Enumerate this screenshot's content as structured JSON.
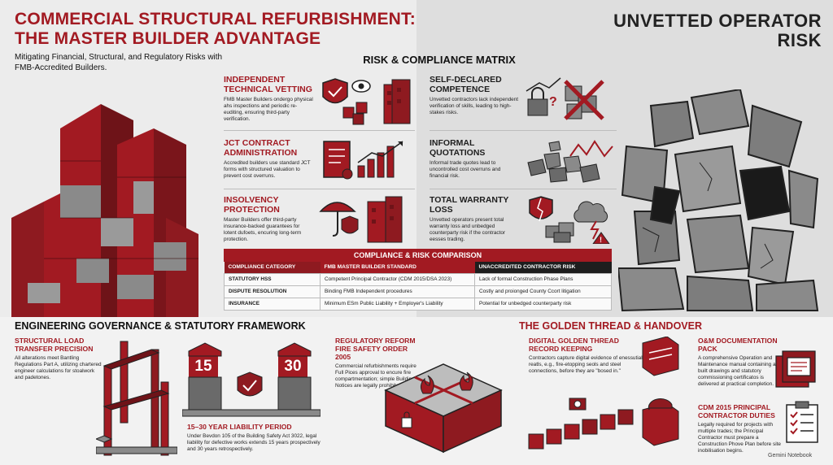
{
  "header": {
    "title_line1": "COMMERCIAL STRUCTURAL REFURBISHMENT:",
    "title_line2": "THE MASTER BUILDER ADVANTAGE",
    "subtitle": "Mitigating Financial, Structural, and Regulatory Risks with FMB-Accredited Builders.",
    "right_title_line1": "UNVETTED OPERATOR",
    "right_title_line2": "RISK"
  },
  "matrix": {
    "title": "RISK & COMPLIANCE MATRIX",
    "left": [
      {
        "title_l1": "INDEPENDENT",
        "title_l2": "TECHNICAL VETTING",
        "text": "FMB Master Builders ondergo physical ahs inspections and periodic re-euditing, ensuring third-party verification."
      },
      {
        "title_l1": "JCT CONTRACT",
        "title_l2": "ADMINISTRATION",
        "text": "Accredited builders use standard JCT forms with structured valuation to prevent cost overruns."
      },
      {
        "title_l1": "INSOLVENCY",
        "title_l2": "PROTECTION",
        "text": "Master Builders offer third-party insurance-backed guarantees for lotent dufoets, encuring long-term protection."
      }
    ],
    "right": [
      {
        "title_l1": "SELF-DECLARED",
        "title_l2": "COMPETENCE",
        "text": "Unvetted contractors lack independent verification of skills, leading to high-stakes risks."
      },
      {
        "title_l1": "INFORMAL",
        "title_l2": "QUOTATIONS",
        "text": "Informal trade quotes lead to uncontrolled cost overruns and financial risk."
      },
      {
        "title_l1": "TOTAL WARRANTY",
        "title_l2": "LOSS",
        "text": "Unvetted operators present total warranty loss and unbedged counterparty risk if the contractor eesses trading."
      }
    ]
  },
  "comparison": {
    "title": "COMPLIANCE & RISK COMPARISON",
    "headers": [
      "COMPLIANCE CATEGORY",
      "FMB MASTER BUILDER STANDARD",
      "UNACCREDITED CONTRACTOR RISK"
    ],
    "rows": [
      [
        "STATUTORY HSS",
        "Competent Principal Contractor (CDM 2015/DSA 2023)",
        "Lack of formal Construction Phase Plans"
      ],
      [
        "DISPUTE RESOLUTION",
        "Binding FMB Independent procedures",
        "Costly and proionged County Ccort litigation"
      ],
      [
        "INSURANCE",
        "Minimum ESm Public Liability + Employer's Liability",
        "Potential for unbedged counterparty risk"
      ]
    ]
  },
  "governance": {
    "title": "ENGINEERING GOVERNANCE & STATUTORY FRAMEWORK",
    "load": {
      "title_l1": "STRUCTURAL LOAD",
      "title_l2": "TRANSFER PRECISION",
      "text": "All alterations meet Bantling Regulations Part A, utilizing chartered engineer calculations for stoalwork and padetones."
    },
    "badge_a": "15",
    "badge_b": "30",
    "liability": {
      "title": "15–30 YEAR LIABILITY PERIOD",
      "text": "Under Bevdon 105 of the Building Safety Act 3022, legal liability for defective works extends 15 years prospectively and 30 years retrospectively."
    },
    "fire": {
      "title_l1": "REGULATORY REFORM",
      "title_l2": "FIRE SAFETY ORDER 2005",
      "text": "Commercial refurbishments require Full Pices approval to encure fire compartmentation; simple Building Notices are legally prohibited."
    }
  },
  "golden": {
    "title": "THE GOLDEN THREAD & HANDOVER",
    "digital": {
      "title_l1": "DIGITAL GOLDEN THREAD",
      "title_l2": "RECORD KEEPING",
      "text": "Contractors capture digital evidence of enessutial reatls, e.g., fire-etopping seols and steel connections, before they are \"bosed in.\""
    },
    "om": {
      "title": "O&M DOCUMENTATION PACK",
      "text": "A comprehensive Operation and Maintenance manual containing as-built drawings and statutory commissioning certificatos is delivered at practical completion."
    },
    "cdm": {
      "title_l1": "CDM 2015 PRINCIPAL",
      "title_l2": "CONTRACTOR DUTIES",
      "text": "Legally required for projects with multiple trades; the Principal Contractor must prepare a Construction Phove Plan before site inobilisation begins."
    }
  },
  "credit": "Gemini Notebook",
  "colors": {
    "brand": "#a21a22",
    "dark": "#1e1e1e",
    "grey": "#8a8a8a"
  }
}
